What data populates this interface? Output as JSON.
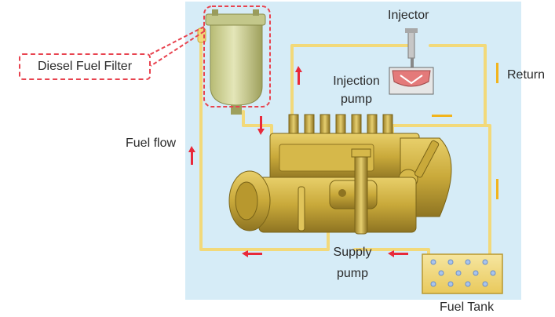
{
  "labels": {
    "injector": "Injector",
    "injection_pump_line1": "Injection",
    "injection_pump_line2": "pump",
    "return": "Return",
    "fuel_flow": "Fuel flow",
    "supply_pump_line1": "Supply",
    "supply_pump_line2": "pump",
    "fuel_tank": "Fuel Tank",
    "diesel_fuel_filter": "Diesel Fuel Filter"
  },
  "colors": {
    "panel_background": "#d6ecf7",
    "fuel_line": "#f2d97a",
    "pump_body": "#c9a93a",
    "filter_body": "#d4d89a",
    "flow_arrow_supply": "#e8293a",
    "flow_arrow_return": "#f2b41c",
    "callout_border": "#e8434f"
  }
}
